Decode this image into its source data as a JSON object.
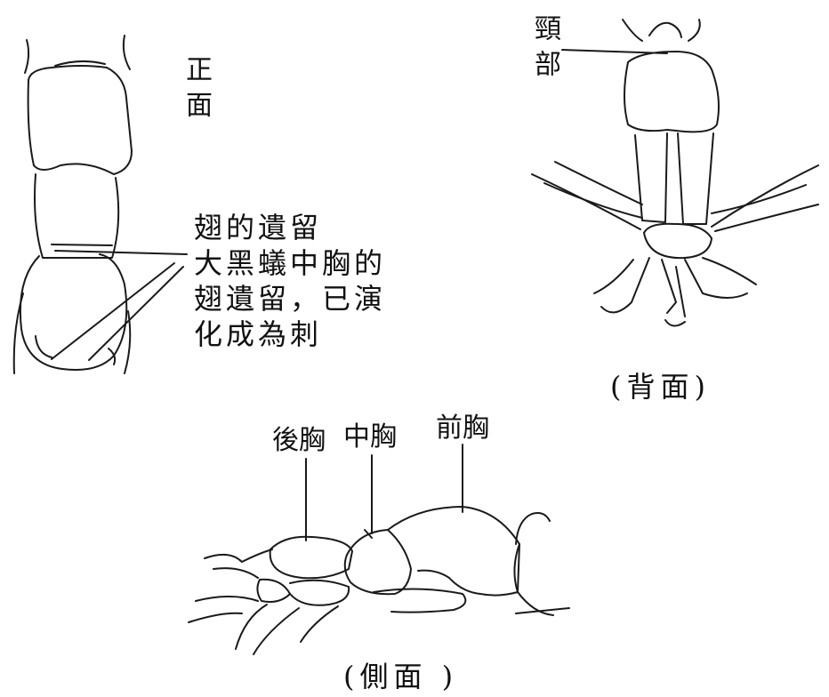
{
  "labels": {
    "front_view": "正面",
    "neck": "頸部",
    "wing_remnant": "翅的遺留",
    "wing_note": "大黑蟻中胸的\n翅遺留，已演\n化成為刺",
    "back_view": "(背面)",
    "metathorax": "後胸",
    "mesothorax": "中胸",
    "prothorax": "前胸",
    "side_view": "(側面 )"
  }
}
